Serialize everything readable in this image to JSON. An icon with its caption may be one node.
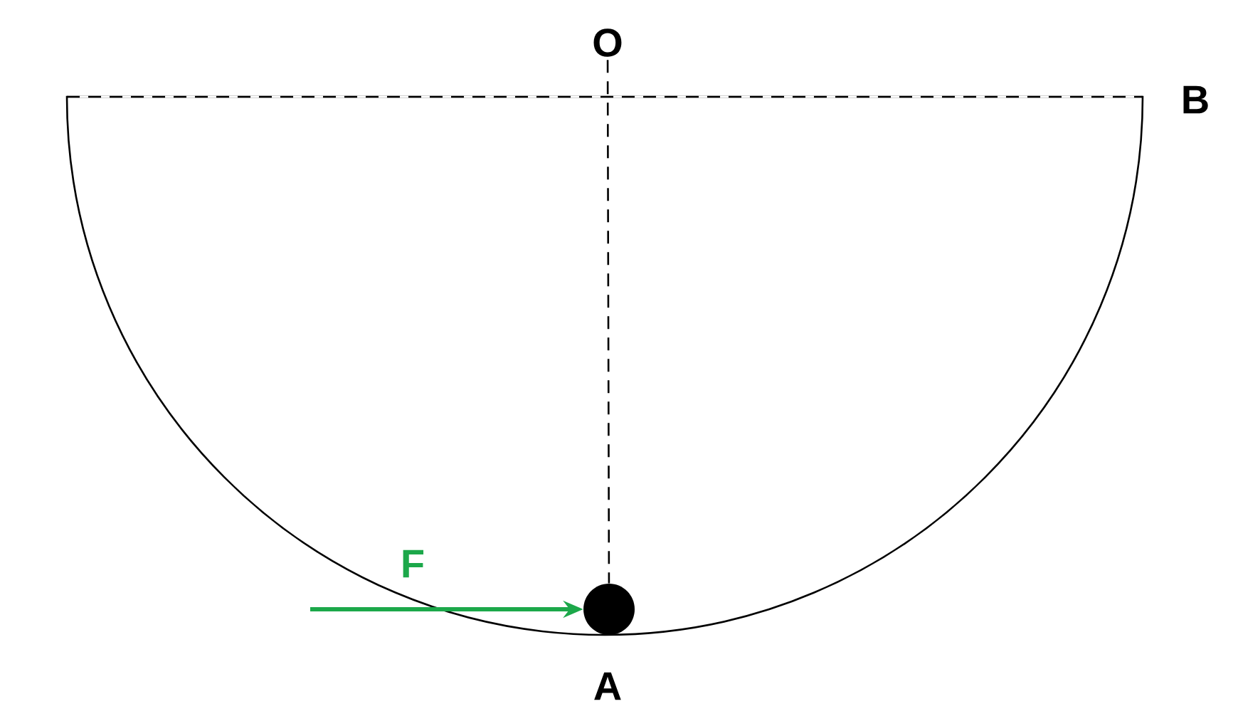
{
  "diagram": {
    "nodes": [
      {
        "text": [
          "O"
        ]
      },
      {
        "text": [
          "B"
        ]
      },
      {
        "text": [],
        "shape": "circle",
        "beside": [
          "A"
        ]
      }
    ],
    "edges": [
      {
        "from": 0,
        "to": 2,
        "arrow": "none",
        "style": "dashed"
      },
      {
        "from": null,
        "to": 2,
        "arrow": "to",
        "label": "F",
        "style": "thick",
        "color": "#1ca84a"
      }
    ]
  }
}
